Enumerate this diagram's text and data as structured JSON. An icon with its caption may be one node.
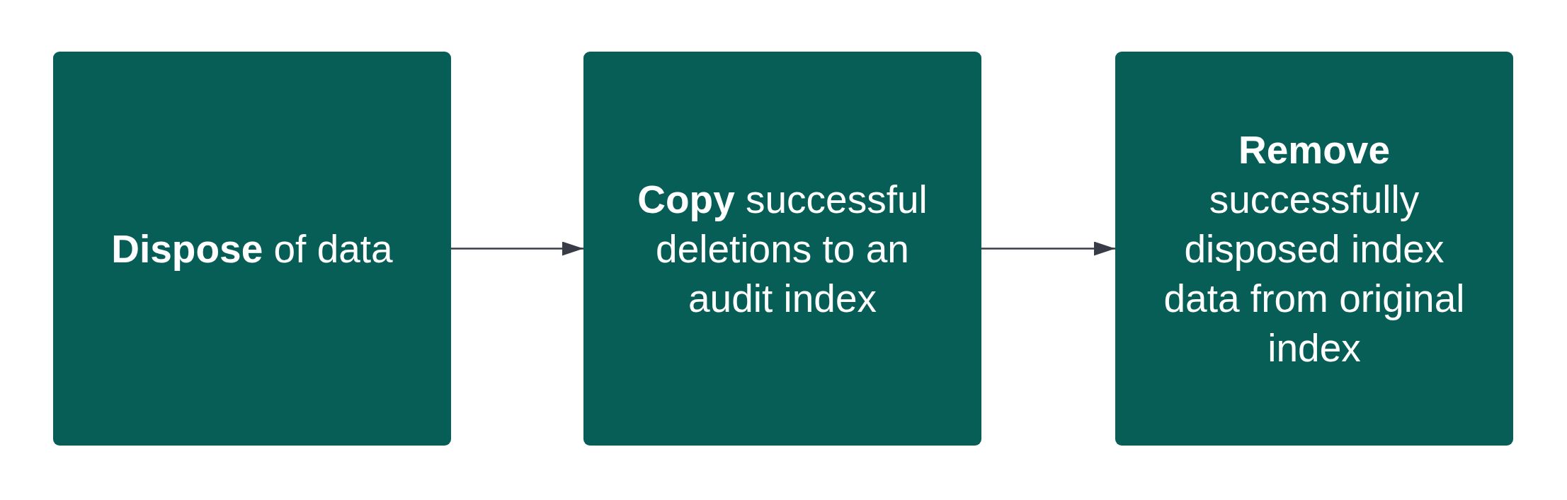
{
  "diagram": {
    "nodes": [
      {
        "text": [
          "**Dispose** of data"
        ]
      },
      {
        "text": [
          "**Copy** successful deletions to an audit index"
        ]
      },
      {
        "text": [
          "**Remove** successfully disposed index data from original index"
        ]
      }
    ],
    "edges": [
      {
        "from": 0,
        "to": 1,
        "arrow": "to"
      },
      {
        "from": 1,
        "to": 2,
        "arrow": "to"
      }
    ]
  }
}
